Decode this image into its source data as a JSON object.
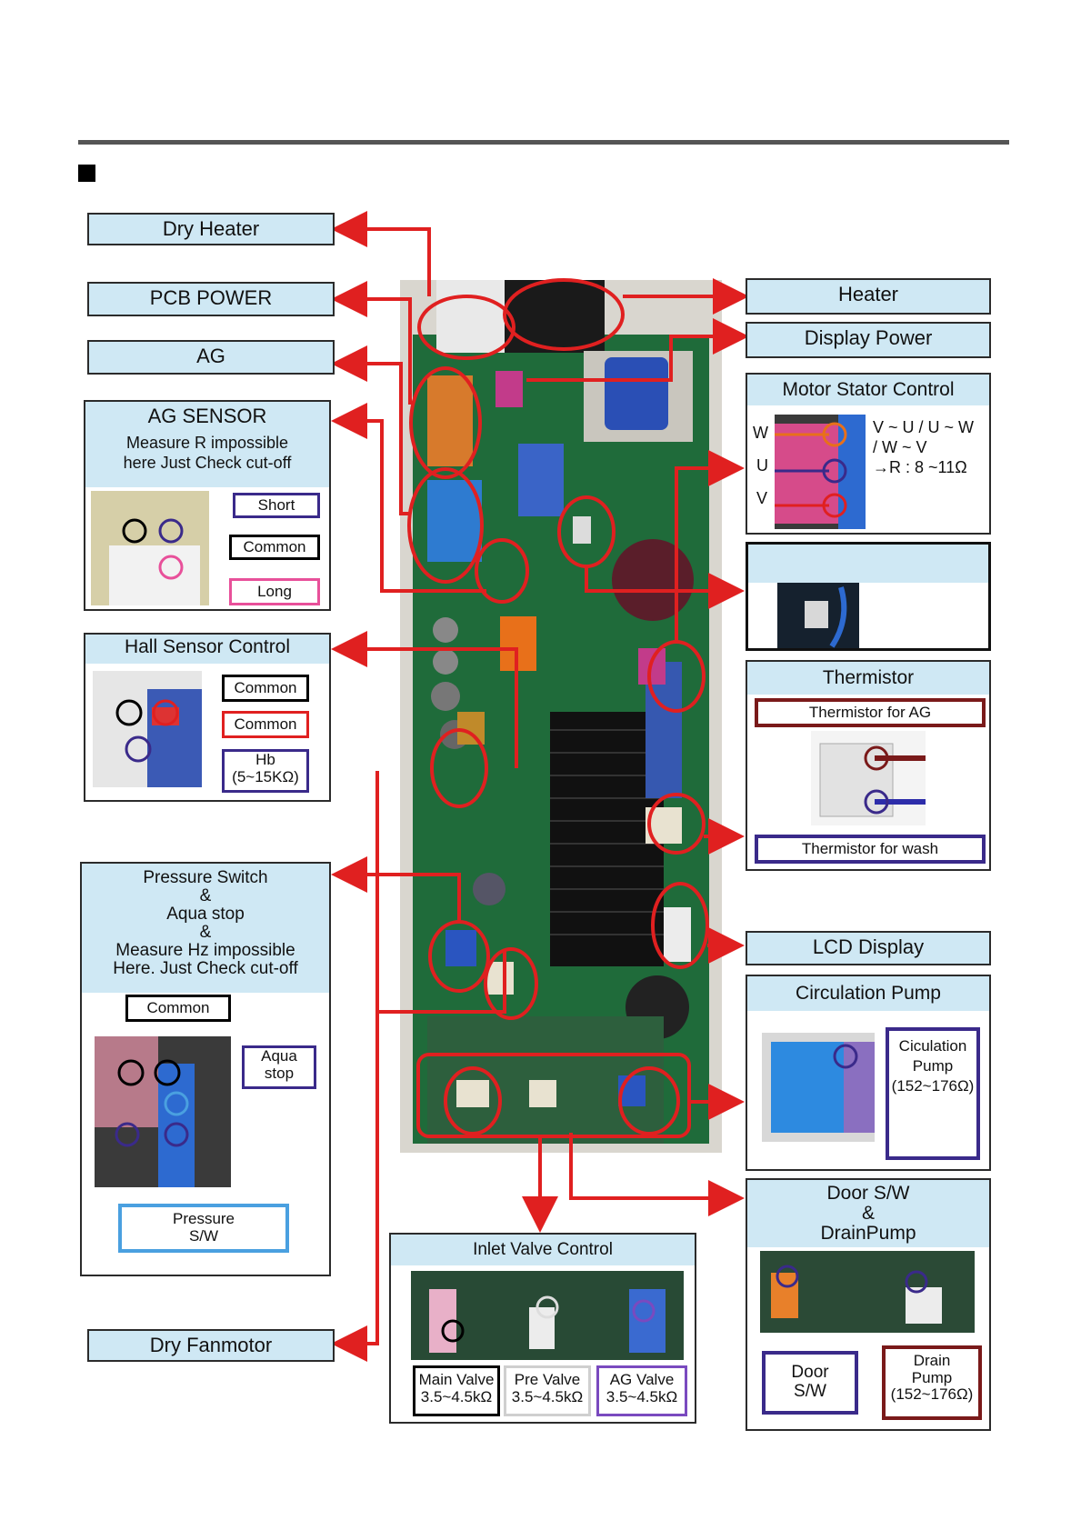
{
  "labels": {
    "dry_heater": "Dry Heater",
    "pcb_power": "PCB POWER",
    "ag": "AG",
    "heater": "Heater",
    "display_power": "Display Power",
    "lcd_display": "LCD Display",
    "dry_fanmotor": "Dry Fanmotor"
  },
  "ag_sensor": {
    "title": "AG SENSOR",
    "note_line1": "Measure R impossible",
    "note_line2": "here Just Check cut-off",
    "short": "Short",
    "common": "Common",
    "long": "Long"
  },
  "hall_sensor": {
    "title": "Hall Sensor Control",
    "common1": "Common",
    "common2": "Common",
    "hb_line1": "Hb",
    "hb_line2": "(5~15KΩ)"
  },
  "pressure": {
    "title_line1": "Pressure Switch",
    "title_line2": "&",
    "title_line3": "Aqua stop",
    "title_line4": "&",
    "title_line5": "Measure Hz impossible",
    "title_line6": "Here. Just Check cut-off",
    "common": "Common",
    "aqua_line1": "Aqua",
    "aqua_line2": "stop",
    "psw_line1": "Pressure",
    "psw_line2": "S/W"
  },
  "motor": {
    "title": "Motor Stator Control",
    "w": "W",
    "u": "U",
    "v": "V",
    "line1": "V ~ U / U ~ W",
    "line2": "/ W ~ V",
    "line3": "→R : 8 ~11Ω"
  },
  "thermistor": {
    "title": "Thermistor",
    "for_ag": "Thermistor for AG",
    "for_wash": "Thermistor for wash"
  },
  "circulation": {
    "title": "Circulation Pump",
    "tag_line1": "Ciculation",
    "tag_line2": "Pump",
    "tag_line3": "(152~176Ω)"
  },
  "door": {
    "title_line1": "Door S/W",
    "title_line2": "&",
    "title_line3": "DrainPump",
    "door_line1": "Door",
    "door_line2": "S/W",
    "drain_line1": "Drain",
    "drain_line2": "Pump",
    "drain_line3": "(152~176Ω)"
  },
  "inlet": {
    "title": "Inlet Valve Control",
    "main_line1": "Main Valve",
    "main_line2": "3.5~4.5kΩ",
    "pre_line1": "Pre Valve",
    "pre_line2": "3.5~4.5kΩ",
    "ag_line1": "AG Valve",
    "ag_line2": "3.5~4.5kΩ"
  },
  "colors": {
    "arrow": "#e02020",
    "label_fill": "#cfe8f4",
    "pcb_green": "#1f6b3a",
    "purple": "#3a2a8a",
    "pink": "#e8509a",
    "dark_red": "#7a1a1a"
  }
}
